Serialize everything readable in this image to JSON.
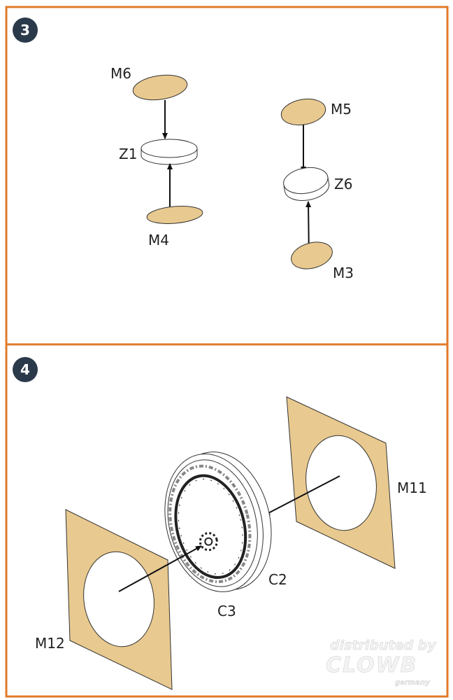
{
  "colors": {
    "border": "#e07b2a",
    "badge": "#2b3a4b",
    "part_fill": "#e8c98f"
  },
  "steps": [
    {
      "number": "3",
      "labels": {
        "m6": "M6",
        "z1": "Z1",
        "m4": "M4",
        "m5": "M5",
        "z6": "Z6",
        "m3": "M3"
      }
    },
    {
      "number": "4",
      "labels": {
        "m11": "M11",
        "m12": "M12",
        "c2": "C2",
        "c3": "C3"
      }
    }
  ],
  "watermark": {
    "line1": "distributed by",
    "brand": "CLOWB",
    "country": "germany"
  }
}
